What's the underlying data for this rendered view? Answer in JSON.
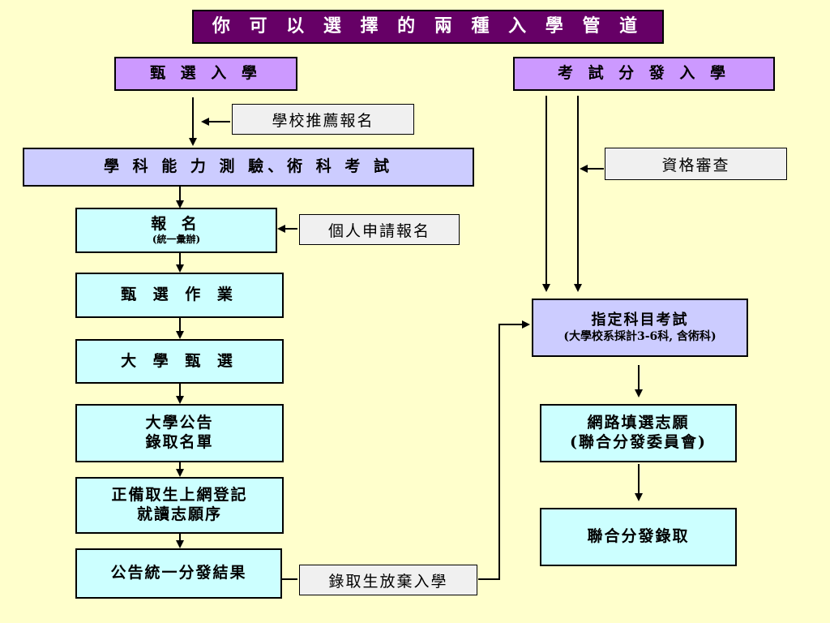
{
  "title": "你 可 以 選 擇 的 兩 種 入 學 管 道",
  "left": {
    "heading": "甄 選 入 學",
    "recommend_note": "學校推薦報名",
    "ability_test": "學 科 能 力 測 驗、術 科 考 試",
    "register": "報 名",
    "register_sub": "(統一彙辦)",
    "apply_note": "個人申請報名",
    "screening": "甄 選 作 業",
    "university_screening": "大 學 甄 選",
    "announce_line1": "大學公告",
    "announce_line2": "錄取名單",
    "register_online_line1": "正備取生上網登記",
    "register_online_line2": "就讀志願序",
    "result": "公告統一分發結果",
    "waive_note": "錄取生放棄入學"
  },
  "right": {
    "heading": "考 試 分 發 入 學",
    "qualification_note": "資格審查",
    "designated_exam": "指定科目考試",
    "designated_exam_sub": "(大學校系採計3-6科, 含術科)",
    "fill_line1": "網路填選志願",
    "fill_line2": "(聯合分發委員會)",
    "admission": "聯合分發錄取"
  },
  "colors": {
    "background": "#ffffcc",
    "title_fill": "#660066",
    "title_text": "#ffffff",
    "heading_fill": "#cc99ff",
    "test_fill": "#ccccff",
    "step_fill": "#ccffff",
    "note_fill": "#f0f0f0"
  }
}
